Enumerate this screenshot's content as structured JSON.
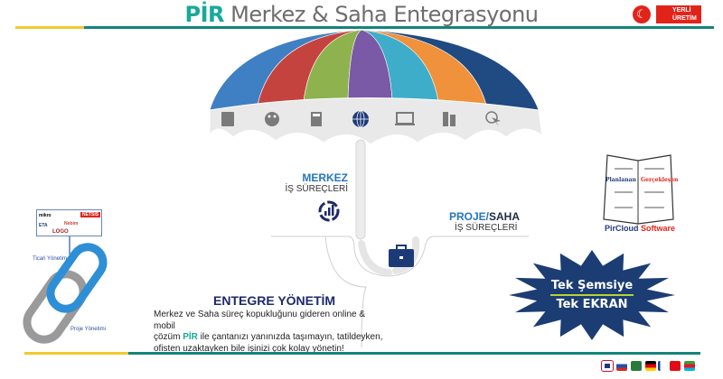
{
  "header": {
    "title_brand": "PİR",
    "title_rest": " Merkez & Saha Entegrasyonu",
    "badge_text_1": "YERLİ",
    "badge_text_2": "ÜRETİM"
  },
  "umbrella": {
    "colors": [
      "#3f7fc4",
      "#c5433f",
      "#8eb24e",
      "#7a5aa6",
      "#3eadc9",
      "#f0913b",
      "#1f4a82"
    ],
    "icons": [
      "book-icon",
      "palette-icon",
      "calculator-icon",
      "globe-icon",
      "laptop-icon",
      "server-icon",
      "cursor-click-icon"
    ]
  },
  "merkez": {
    "title": "MERKEZ",
    "subtitle": "İŞ SÜREÇLERİ"
  },
  "proje": {
    "title_blue": "PROJE/",
    "title_dark": "SAHA",
    "subtitle": "İŞ SÜREÇLERİ"
  },
  "entegre": {
    "title": "ENTEGRE YÖNETİM",
    "line1": "Merkez ve Saha süreç kopukluğunu gideren online & mobil",
    "line2_pre": "çözüm ",
    "line2_brand": "PİR",
    "line2_post": " ile çantanızı yanınızda taşımayın, tatildeyken,",
    "line3": "ofisten uzaktayken bile işinizi çok kolay yönetin!"
  },
  "chain": {
    "top_label": "Ticari Yönetim",
    "bottom_label": "Proje Yönetimi",
    "logos": [
      "mikro",
      "NETSIS",
      "ETA",
      "LOGO",
      "Nebim"
    ]
  },
  "book": {
    "left": "Planlanan",
    "right": "Gerçekleşen",
    "caption_1": "PirCloud",
    "caption_2": " Software"
  },
  "star": {
    "line1": "Tek Şemsiye",
    "line2": "Tek EKRAN",
    "color": "#1c3d73"
  },
  "flags": [
    "uk-flag-icon",
    "russia-flag-icon",
    "saudi-flag-icon",
    "germany-flag-icon",
    "france-flag-icon",
    "turkey-flag-icon",
    "azerbaijan-flag-icon"
  ]
}
